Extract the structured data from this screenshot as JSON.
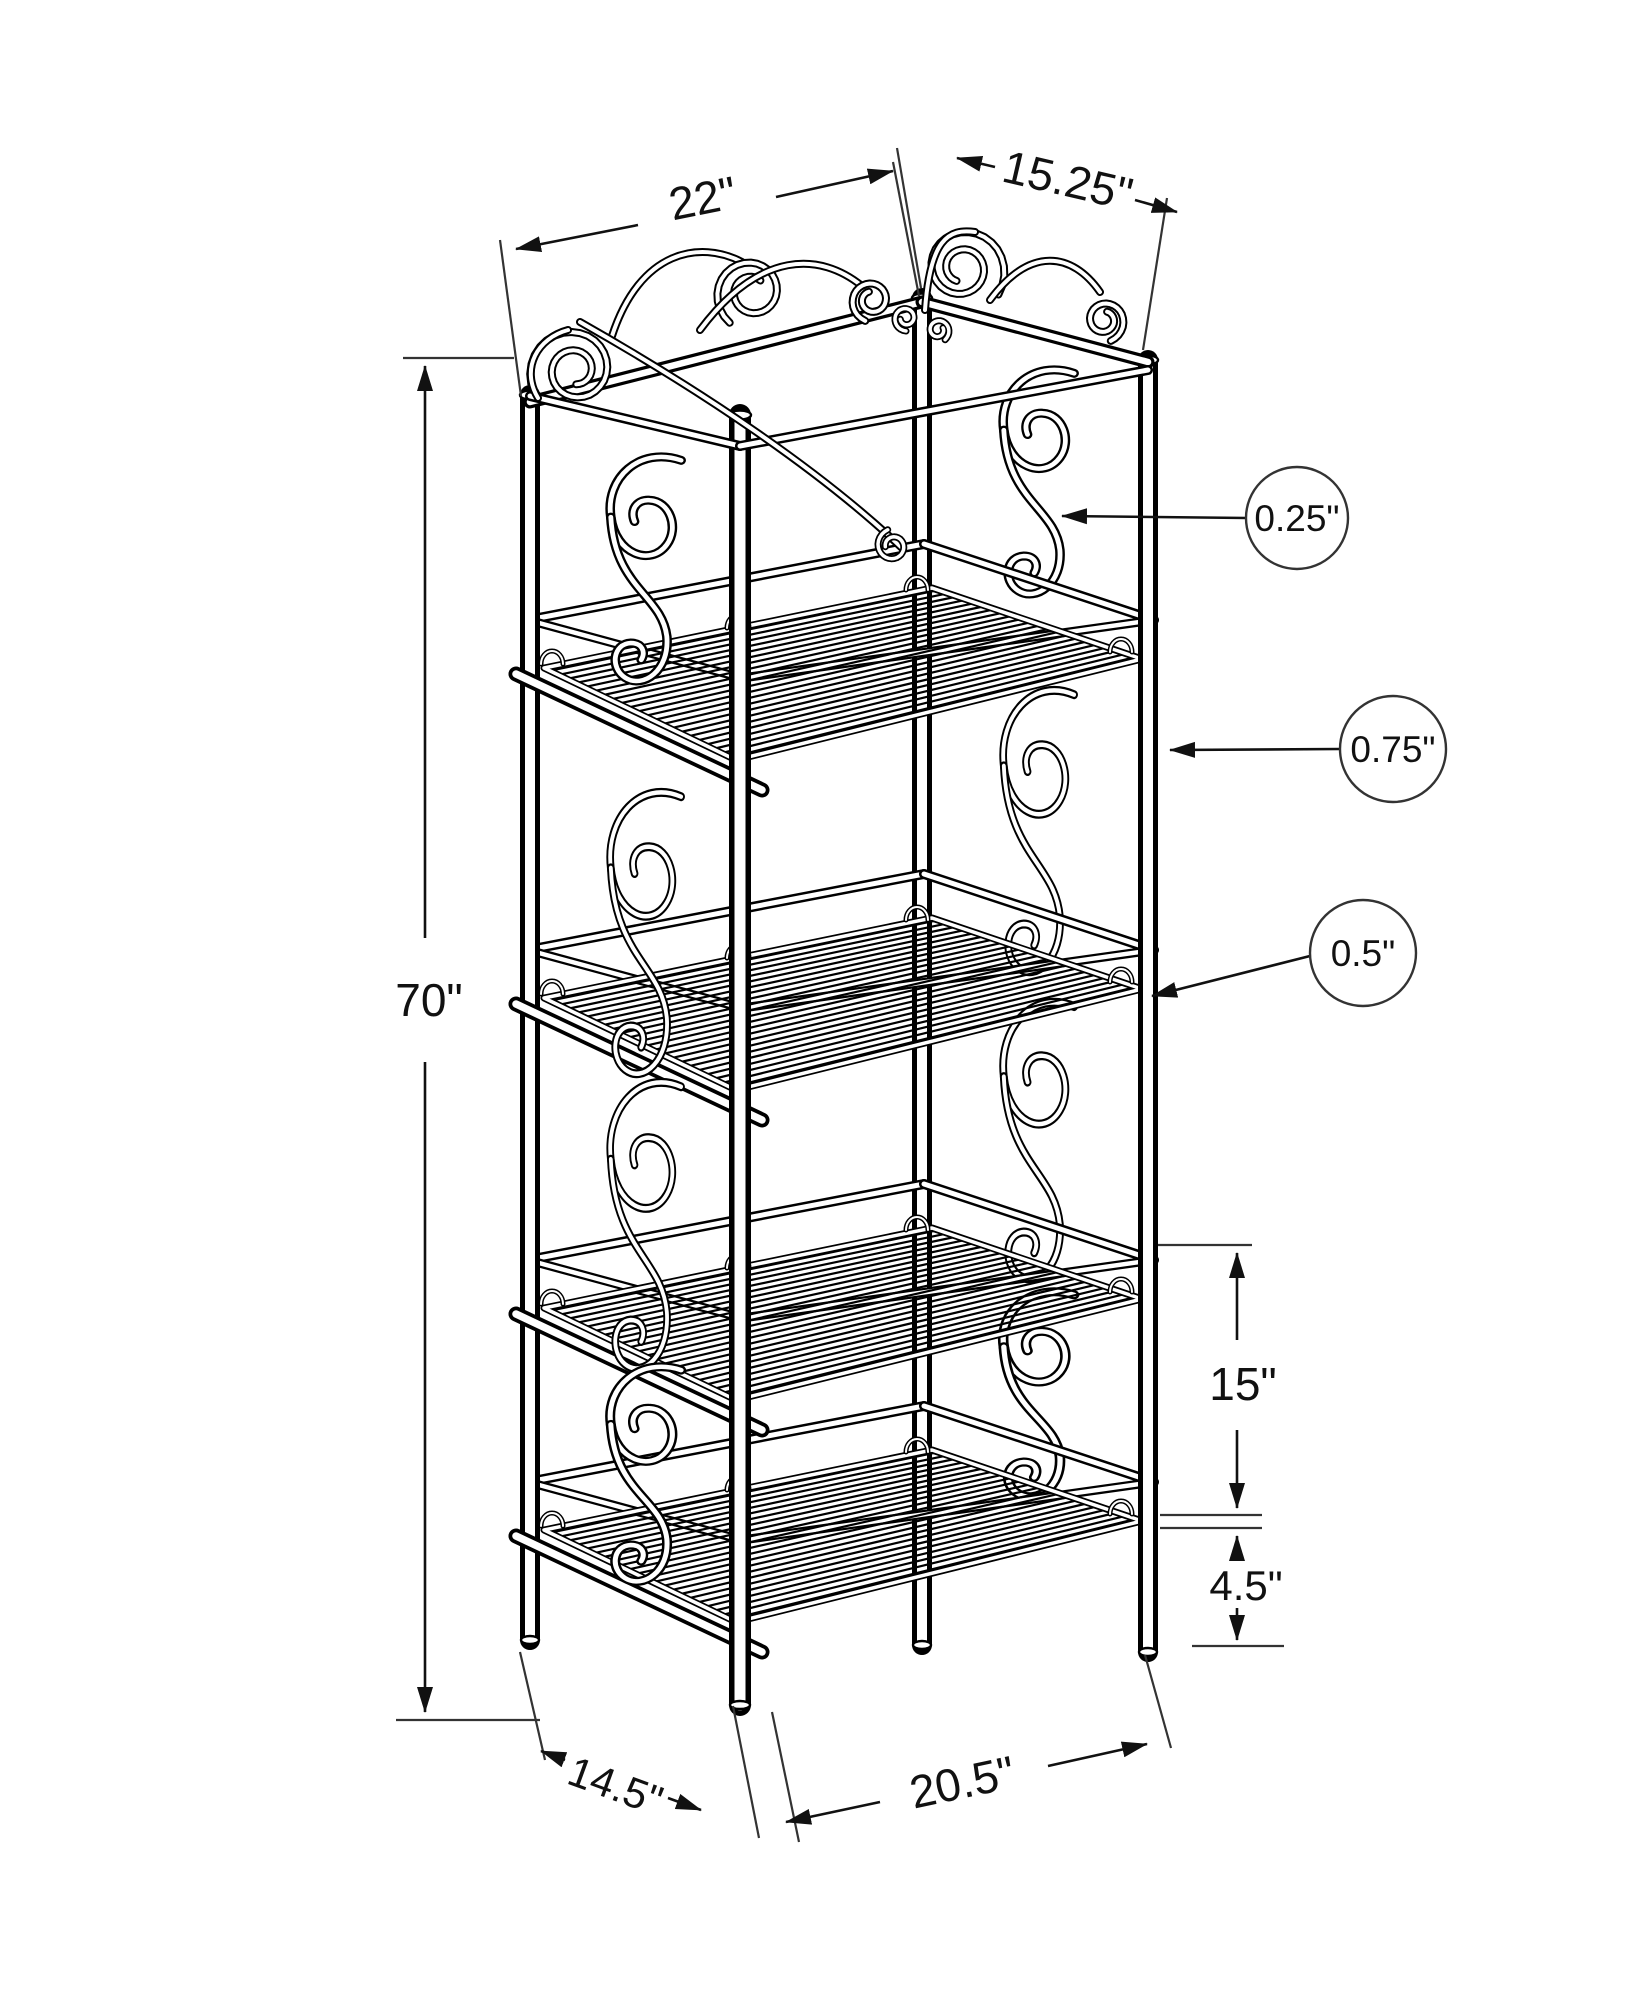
{
  "diagram": {
    "title": "bakers-rack-dimension-drawing",
    "style": "black line art on white",
    "colors": {
      "background": "#ffffff",
      "line": "#000000",
      "text": "#111111"
    },
    "labels": {
      "top_width": "22\"",
      "top_depth": "15.25\"",
      "overall_height": "70\"",
      "shelf_spacing": "15\"",
      "bottom_clearance": "4.5\"",
      "base_depth": "14.5\"",
      "base_width": "20.5\""
    },
    "callouts": {
      "scroll_wire": "0.25\"",
      "leg_tube": "0.75\"",
      "shelf_frame": "0.5\""
    }
  }
}
